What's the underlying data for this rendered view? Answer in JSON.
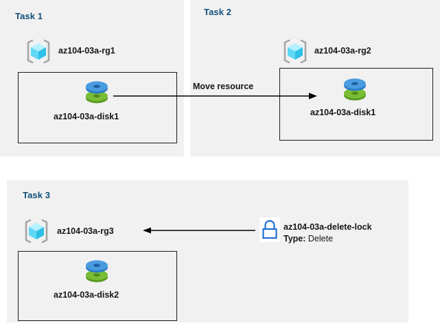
{
  "diagram": {
    "title": "Azure resource group tasks diagram",
    "colors": {
      "panel_bg": "#f1f1f1",
      "page_bg": "#ffffff",
      "task_title": "#12507b",
      "label_text": "#161616",
      "box_border": "#1a1a1a",
      "arrow": "#000000",
      "rg_bracket": "#a6a6a6",
      "rg_cube_light": "#9aeaff",
      "rg_cube_mid": "#32c8ef",
      "rg_cube_dark": "#19a8d8",
      "disk_blue_top": "#4a9ce0",
      "disk_blue_body": "#2a7cc7",
      "disk_green_top": "#79bd35",
      "disk_green_body": "#599a22",
      "lock_blue": "#1f6fd0"
    }
  },
  "panels": [
    {
      "id": "task1",
      "title": "Task 1",
      "resource_group": {
        "label": "az104-03a-rg1",
        "icon": "resource-group-icon"
      },
      "resource": {
        "label": "az104-03a-disk1",
        "icon": "managed-disk-icon"
      }
    },
    {
      "id": "task2",
      "title": "Task 2",
      "resource_group": {
        "label": "az104-03a-rg2",
        "icon": "resource-group-icon"
      },
      "resource": {
        "label": "az104-03a-disk1",
        "icon": "managed-disk-icon"
      }
    },
    {
      "id": "task3",
      "title": "Task 3",
      "resource_group": {
        "label": "az104-03a-rg3",
        "icon": "resource-group-icon"
      },
      "resource": {
        "label": "az104-03a-disk2",
        "icon": "managed-disk-icon"
      },
      "lock": {
        "label": "az104-03a-delete-lock",
        "type_key": "Type:",
        "type_value": "Delete",
        "icon": "lock-icon"
      }
    }
  ],
  "connectors": [
    {
      "id": "move-resource",
      "label": "Move resource",
      "direction": "right",
      "from": "az104-03a-disk1 (Task 1)",
      "to": "az104-03a-disk1 (Task 2)"
    },
    {
      "id": "lock-applies-to",
      "label": "",
      "direction": "left",
      "from": "az104-03a-delete-lock",
      "to": "az104-03a-rg3"
    }
  ]
}
